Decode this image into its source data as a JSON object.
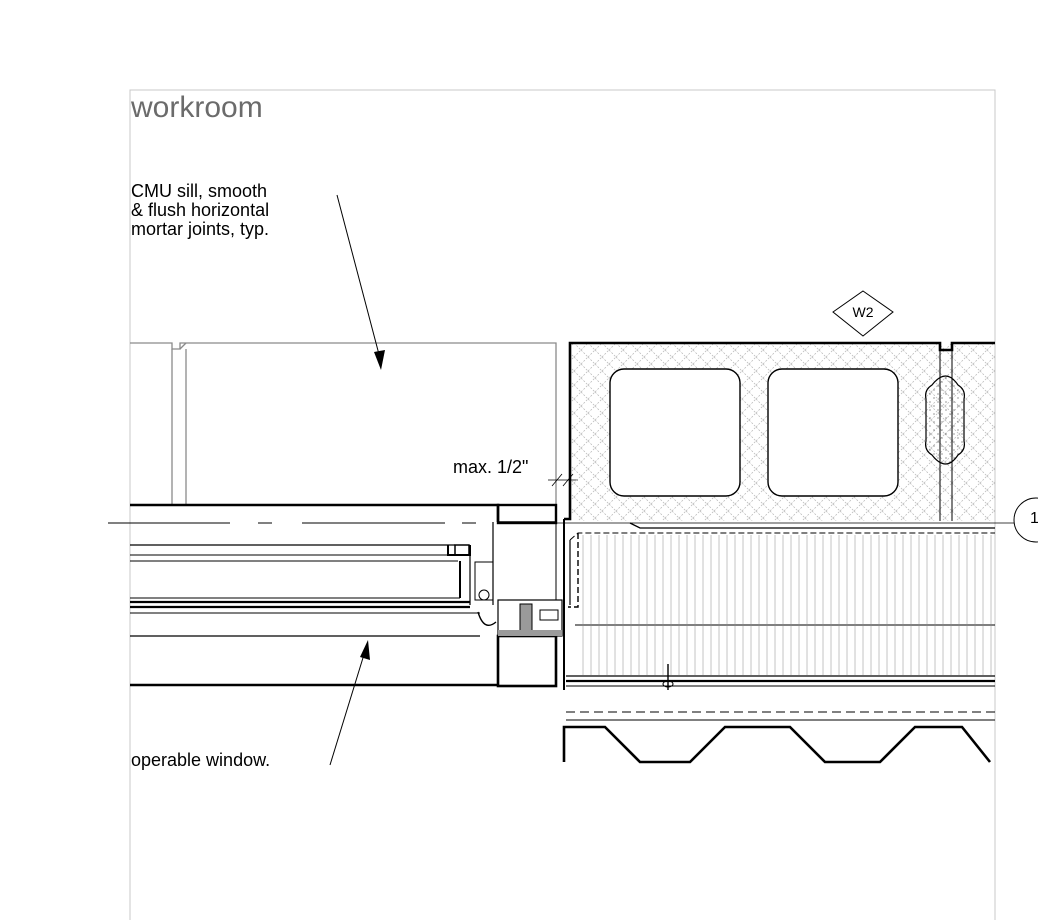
{
  "title": "workroom",
  "annotations": {
    "cmu_sill": [
      "CMU sill, smooth",
      "& flush horizontal",
      "mortar joints, typ."
    ],
    "max_gap": "max. 1/2\"",
    "window": "operable window."
  },
  "tags": {
    "wall_type": "W2",
    "grid_line": "1"
  },
  "colors": {
    "linework": "#000000",
    "room_label": "#6b6b6b",
    "frame_border": "#c8c8c8",
    "sill_lines": "#8a8a8a",
    "sealant": "#9a9a9a"
  }
}
